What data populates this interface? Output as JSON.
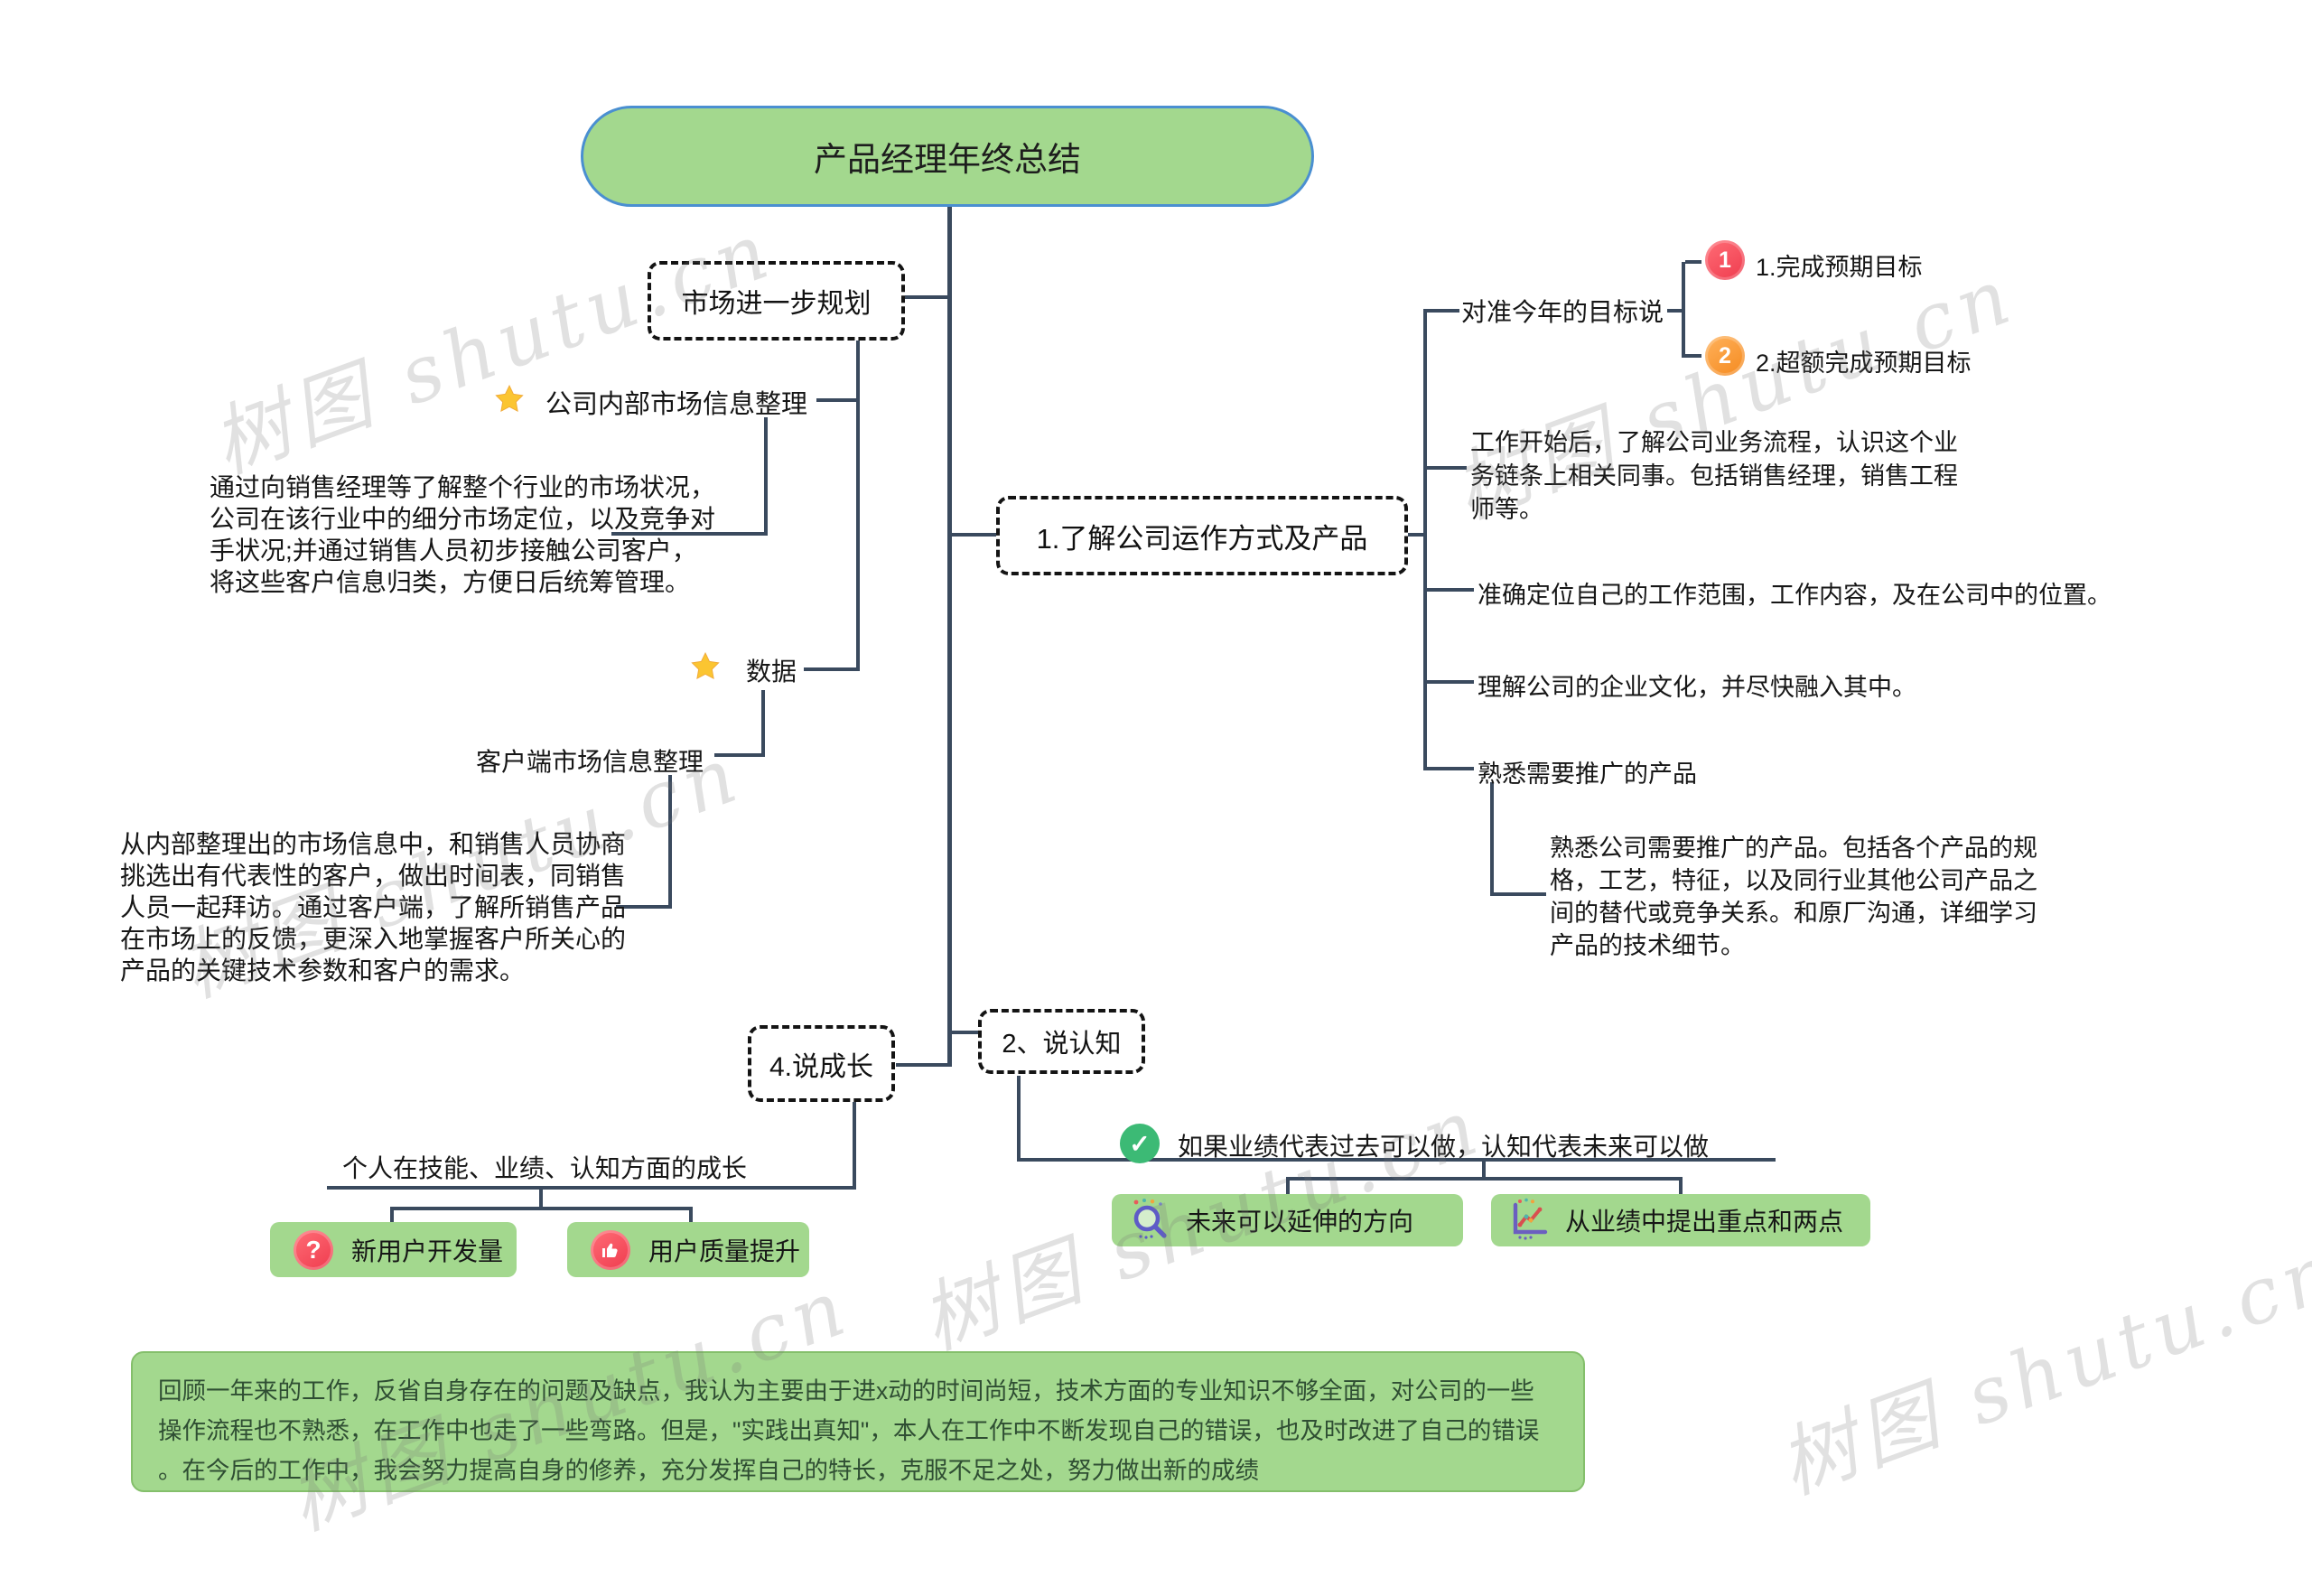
{
  "watermark": {
    "text": "树图 shutu.cn"
  },
  "root": {
    "title": "产品经理年终总结"
  },
  "market": {
    "title": "市场进一步规划",
    "internal_item": "公司内部市场信息整理",
    "internal_note_lines": [
      "通过向销售经理等了解整个行业的市场状况，",
      "公司在该行业中的细分市场定位，以及竞争对",
      "手状况;并通过销售人员初步接触公司客户，",
      "将这些客户信息归类，方便日后统筹管理。"
    ],
    "data_item": "数据",
    "client_item": "客户端市场信息整理",
    "client_note_lines": [
      "从内部整理出的市场信息中，和销售人员协商",
      "挑选出有代表性的客户，做出时间表，同销售",
      "人员一起拜访。通过客户端，了解所销售产品",
      "在市场上的反馈，更深入地掌握客户所关心的",
      "产品的关键技术参数和客户的需求。"
    ]
  },
  "company": {
    "title": "1.了解公司运作方式及产品",
    "goal_item": "对准今年的目标说",
    "goal1_num": "1",
    "goal1_label": "1.完成预期目标",
    "goal2_num": "2",
    "goal2_label": "2.超额完成预期目标",
    "process_note_lines": [
      "工作开始后，了解公司业务流程，认识这个业",
      "务链条上相关同事。包括销售经理，销售工程",
      "师等。"
    ],
    "position_item": "准确定位自己的工作范围，工作内容，及在公司中的位置。",
    "culture_item": "理解公司的企业文化，并尽快融入其中。",
    "product_item": "熟悉需要推广的产品",
    "product_note_lines": [
      "熟悉公司需要推广的产品。包括各个产品的规",
      "格，工艺，特征，以及同行业其他公司产品之",
      "间的替代或竞争关系。和原厂沟通，详细学习",
      "产品的技术细节。"
    ]
  },
  "cognition": {
    "title": "2、说认知",
    "check_item": "如果业绩代表过去可以做，认知代表未来可以做",
    "future_leaf": "未来可以延伸的方向",
    "highlight_leaf": "从业绩中提出重点和两点"
  },
  "growth": {
    "title": "4.说成长",
    "item": "个人在技能、业绩、认知方面的成长",
    "new_user_leaf": "新用户开发量",
    "quality_leaf": "用户质量提升"
  },
  "summary": {
    "lines": [
      "回顾一年来的工作，反省自身存在的问题及缺点，我认为主要由于进x动的时间尚短，技术方面的专业知识不够全面，对公司的一些",
      "操作流程也不熟悉，在工作中也走了一些弯路。但是，\"实践出真知\"，本人在工作中不断发现自己的错误，也及时改进了自己的错误",
      "。在今后的工作中，我会努力提高自身的修养，充分发挥自己的特长，克服不足之处，努力做出新的成绩"
    ]
  },
  "colors": {
    "node_green": "#a3d88e",
    "root_border": "#4a8fd1",
    "connector": "#3a4a5e",
    "red": "#f5495b",
    "orange": "#f8983d",
    "check_green": "#3cba75"
  }
}
